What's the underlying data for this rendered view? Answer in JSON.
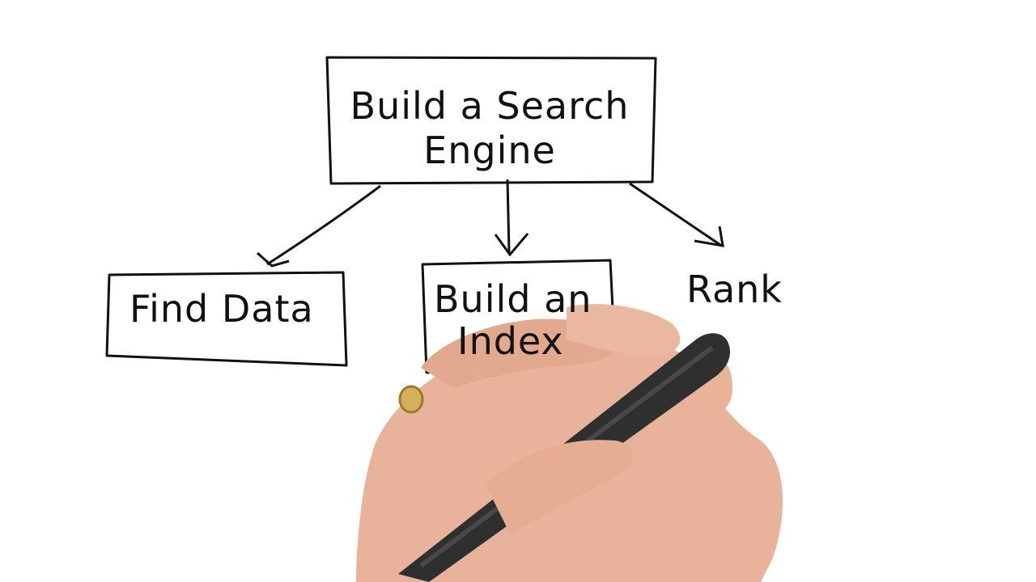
{
  "diagram": {
    "root": {
      "line1": "Build a Search",
      "line2": "Engine"
    },
    "children": [
      {
        "id": "find",
        "text": "Find Data",
        "boxed": true
      },
      {
        "id": "index",
        "line1": "Build an",
        "line2": "Index",
        "boxed": true
      },
      {
        "id": "rank",
        "text": "Rank",
        "boxed": false
      }
    ]
  },
  "style": {
    "ink": "#111111",
    "background": "#ffffff",
    "skin": "#e8b39a",
    "pen": "#2f2f2f"
  }
}
